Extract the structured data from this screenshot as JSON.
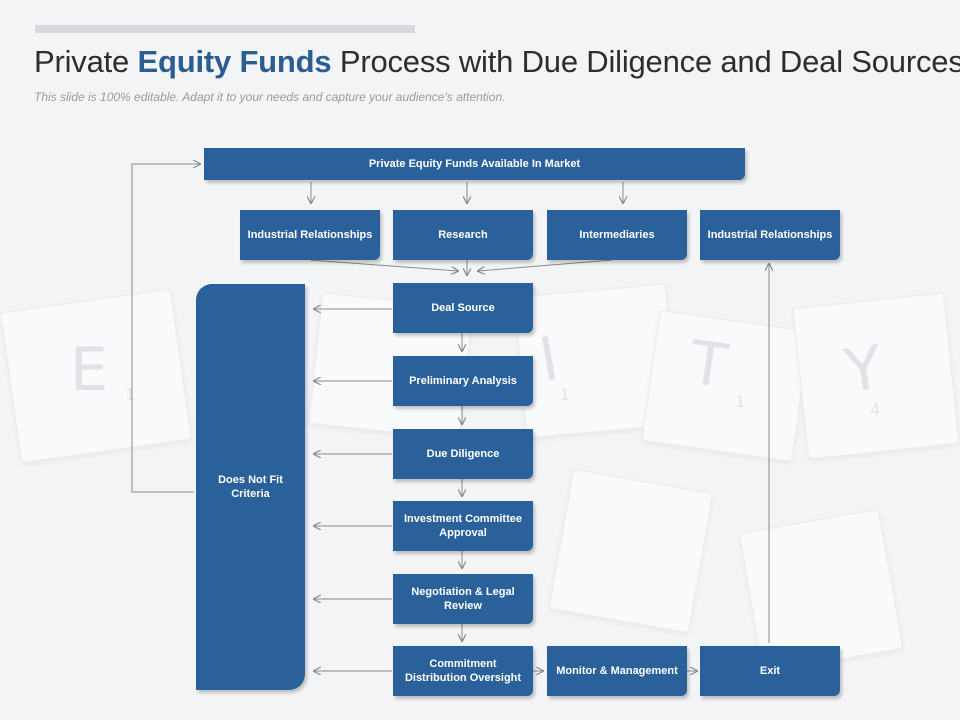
{
  "title": {
    "part1": "Private ",
    "highlight": "Equity Funds",
    "part2": " Process with Due Diligence and Deal Sources"
  },
  "subtitle": "This slide is 100% editable. Adapt it to your needs and capture your audience's attention.",
  "background_letters": [
    "E",
    "1",
    "I",
    "1",
    "T",
    "1",
    "Y",
    "4"
  ],
  "colors": {
    "box": "#2a619a",
    "title_highlight": "#2a5d91",
    "connector": "#8a8a8a"
  },
  "diagram": {
    "top": "Private Equity Funds Available In Market",
    "sources": [
      "Industrial Relationships",
      "Research",
      "Intermediaries"
    ],
    "right_top": "Industrial Relationships",
    "criteria": "Does Not Fit Criteria",
    "steps": [
      "Deal Source",
      "Preliminary Analysis",
      "Due Diligence",
      "Investment Committee Approval",
      "Negotiation & Legal Review",
      "Commitment Distribution Oversight"
    ],
    "monitor": "Monitor & Management",
    "exit": "Exit"
  }
}
